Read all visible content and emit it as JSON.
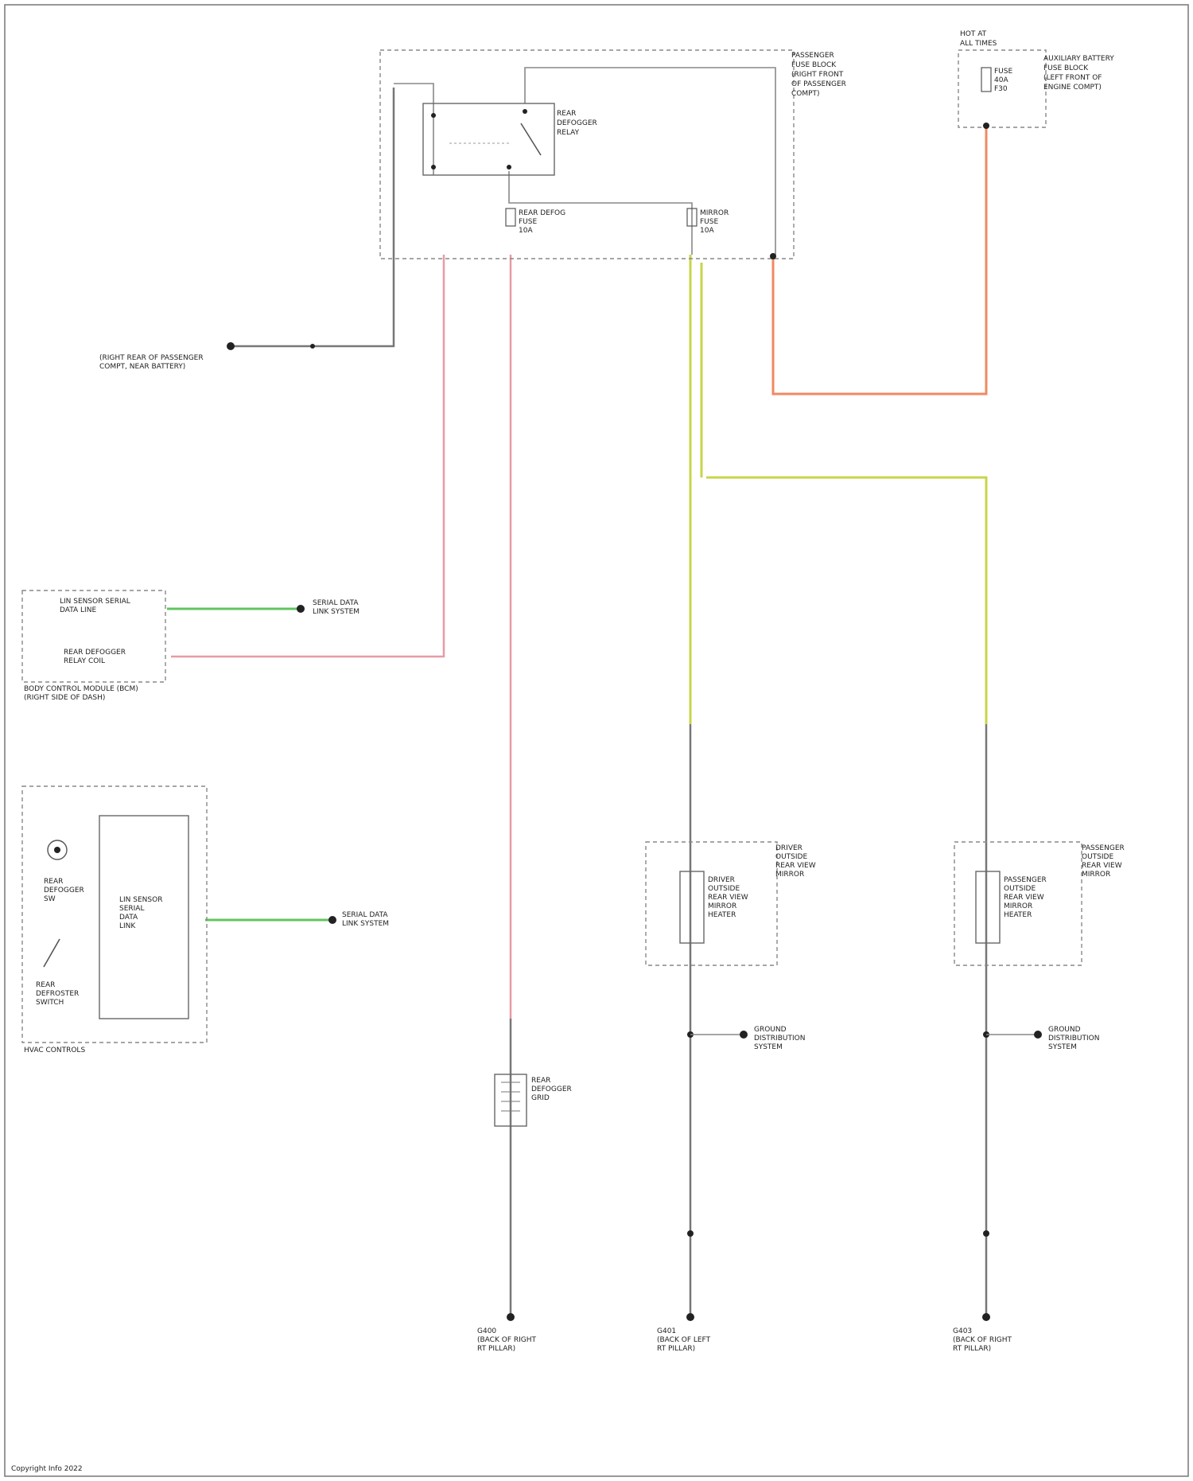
{
  "colors": {
    "gray_wire": "#777777",
    "pink_wire": "#e89aa4",
    "orange_wire": "#f08a62",
    "yellow_wire": "#c8d44a",
    "green_wire": "#62c460"
  },
  "components": {
    "relay": [
      "REAR",
      "DEFOGGER",
      "RELAY"
    ],
    "fuse_block_top": [
      "PASSENGER",
      "FUSE BLOCK",
      "(RIGHT FRONT",
      "OF PASSENGER",
      "COMPT)"
    ],
    "aux_battery_fuse": [
      "AUXILIARY BATTERY",
      "FUSE BLOCK",
      "(LEFT FRONT OF",
      "ENGINE COMPT)"
    ],
    "hot_at_all_times": [
      "HOT AT",
      "ALL TIMES"
    ],
    "fuse_a": [
      "FUSE",
      "40A",
      "F30"
    ],
    "fuse_rear_defog": [
      "REAR DEFOG",
      "FUSE",
      "10A"
    ],
    "fuse_mirror": [
      "MIRROR",
      "FUSE",
      "10A"
    ],
    "ground_left_label": [
      "(RIGHT REAR OF PASSENGER",
      "COMPT, NEAR BATTERY)"
    ],
    "lin_sensor_1": [
      "LIN SENSOR SERIAL",
      "DATA LINE"
    ],
    "rear_defogger_relay_coil": [
      "REAR DEFOGGER",
      "RELAY COIL"
    ],
    "data_link_1": [
      "SERIAL DATA",
      "LINK SYSTEM"
    ],
    "body_control_module": [
      "BODY CONTROL MODULE (BCM)",
      "(RIGHT SIDE OF DASH)"
    ],
    "hvac_controls_box": [
      "HVAC CONTROLS"
    ],
    "hvac_defogger_switch": [
      "REAR",
      "DEFOGGER",
      "SW"
    ],
    "hvac_rear_defrost_switch": [
      "REAR",
      "DEFROSTER",
      "SWITCH"
    ],
    "hvac_lin_module": [
      "LIN SENSOR",
      "SERIAL",
      "DATA",
      "LINK"
    ],
    "data_link_2": [
      "SERIAL DATA",
      "LINK SYSTEM"
    ],
    "rear_defogger_grid": [
      "REAR",
      "DEFOGGER",
      "GRID"
    ],
    "driver_mirror_box": [
      "DRIVER",
      "OUTSIDE",
      "REAR VIEW",
      "MIRROR"
    ],
    "driver_mirror_inner": [
      "DRIVER",
      "OUTSIDE",
      "REAR VIEW",
      "MIRROR",
      "HEATER"
    ],
    "passenger_mirror_box": [
      "PASSENGER",
      "OUTSIDE",
      "REAR VIEW",
      "MIRROR"
    ],
    "passenger_mirror_inner": [
      "PASSENGER",
      "OUTSIDE",
      "REAR VIEW",
      "MIRROR",
      "HEATER"
    ],
    "driver_door_ground": [
      "GROUND",
      "DISTRIBUTION",
      "SYSTEM"
    ],
    "passenger_door_ground": [
      "GROUND",
      "DISTRIBUTION",
      "SYSTEM"
    ],
    "ground_rear_defog": [
      "G400",
      "(BACK OF RIGHT",
      "RT PILLAR)"
    ],
    "ground_driver": [
      "G401",
      "(BACK OF LEFT",
      "RT PILLAR)"
    ],
    "ground_passenger": [
      "G403",
      "(BACK OF RIGHT",
      "RT PILLAR)"
    ]
  },
  "footer": "Copyright Info 2022"
}
